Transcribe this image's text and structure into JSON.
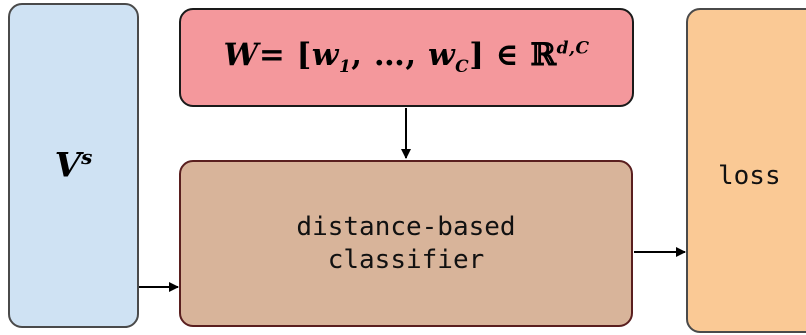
{
  "diagram": {
    "source_box": {
      "symbol": "V",
      "superscript": "s",
      "fill": "#cfe2f3"
    },
    "weights_box": {
      "lhs": "W",
      "open": "= [",
      "w1": "w",
      "sub1": "1",
      "middle": ", …, ",
      "wC": "w",
      "subC": "C",
      "close": "] ∈ ",
      "set": "ℝ",
      "set_sup": "d,C",
      "fill": "#f4989c"
    },
    "classifier_box": {
      "label": "distance-based\nclassifier",
      "fill": "#d8b49a"
    },
    "loss_box": {
      "label": "loss",
      "fill": "#fac995"
    }
  }
}
